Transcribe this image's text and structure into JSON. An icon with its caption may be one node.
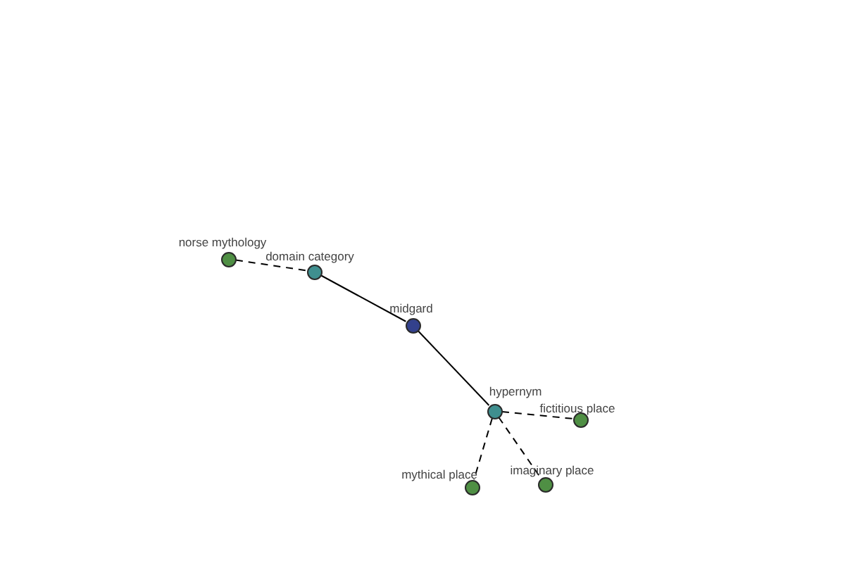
{
  "diagram": {
    "nodes": [
      {
        "text": [],
        "shape": "circle",
        "beside": [
          "norse mythology"
        ]
      },
      {
        "text": [],
        "shape": "circle",
        "beside": [
          "domain category"
        ]
      },
      {
        "text": [],
        "shape": "circle",
        "beside": [
          "midgard"
        ]
      },
      {
        "text": [],
        "shape": "circle",
        "beside": [
          "hypernym"
        ]
      },
      {
        "text": [],
        "shape": "circle",
        "beside": [
          "fictitious place"
        ]
      },
      {
        "text": [],
        "shape": "circle",
        "beside": [
          "mythical place"
        ]
      },
      {
        "text": [],
        "shape": "circle",
        "beside": [
          "imaginary place"
        ]
      }
    ],
    "edges": [
      {
        "from": 0,
        "to": 1,
        "arrow": "none",
        "style": "dashed"
      },
      {
        "from": 1,
        "to": 2,
        "arrow": "none"
      },
      {
        "from": 2,
        "to": 3,
        "arrow": "none"
      },
      {
        "from": 3,
        "to": 4,
        "arrow": "none",
        "style": "dashed"
      },
      {
        "from": 3,
        "to": 5,
        "arrow": "none",
        "style": "dashed"
      },
      {
        "from": 3,
        "to": 6,
        "arrow": "none",
        "style": "dashed"
      }
    ]
  }
}
